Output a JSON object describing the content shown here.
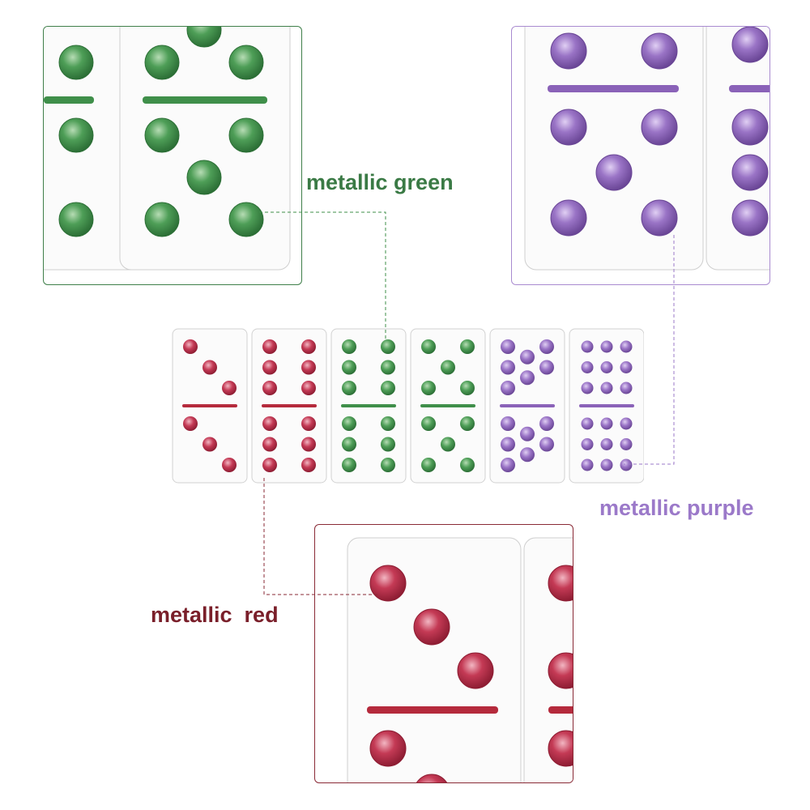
{
  "labels": {
    "green": "metallic green",
    "purple": "metallic purple",
    "red": "metallic  red"
  },
  "colors": {
    "green": "#3f8f4a",
    "green_label": "#3a7a45",
    "purple": "#8a62b8",
    "purple_label": "#9b79c9",
    "red": "#b52a3c",
    "red_label": "#7a1f2a",
    "tile": "#fbfbfb"
  },
  "strip_tiles": [
    {
      "color": "red",
      "top_pips": 3,
      "bottom_pips": 3
    },
    {
      "color": "red",
      "top_pips": 6,
      "bottom_pips": 6
    },
    {
      "color": "green",
      "top_pips": 6,
      "bottom_pips": 6
    },
    {
      "color": "green",
      "top_pips": 5,
      "bottom_pips": 5
    },
    {
      "color": "purple",
      "top_pips": 7,
      "bottom_pips": 7
    },
    {
      "color": "purple",
      "top_pips": 9,
      "bottom_pips": 9
    }
  ]
}
